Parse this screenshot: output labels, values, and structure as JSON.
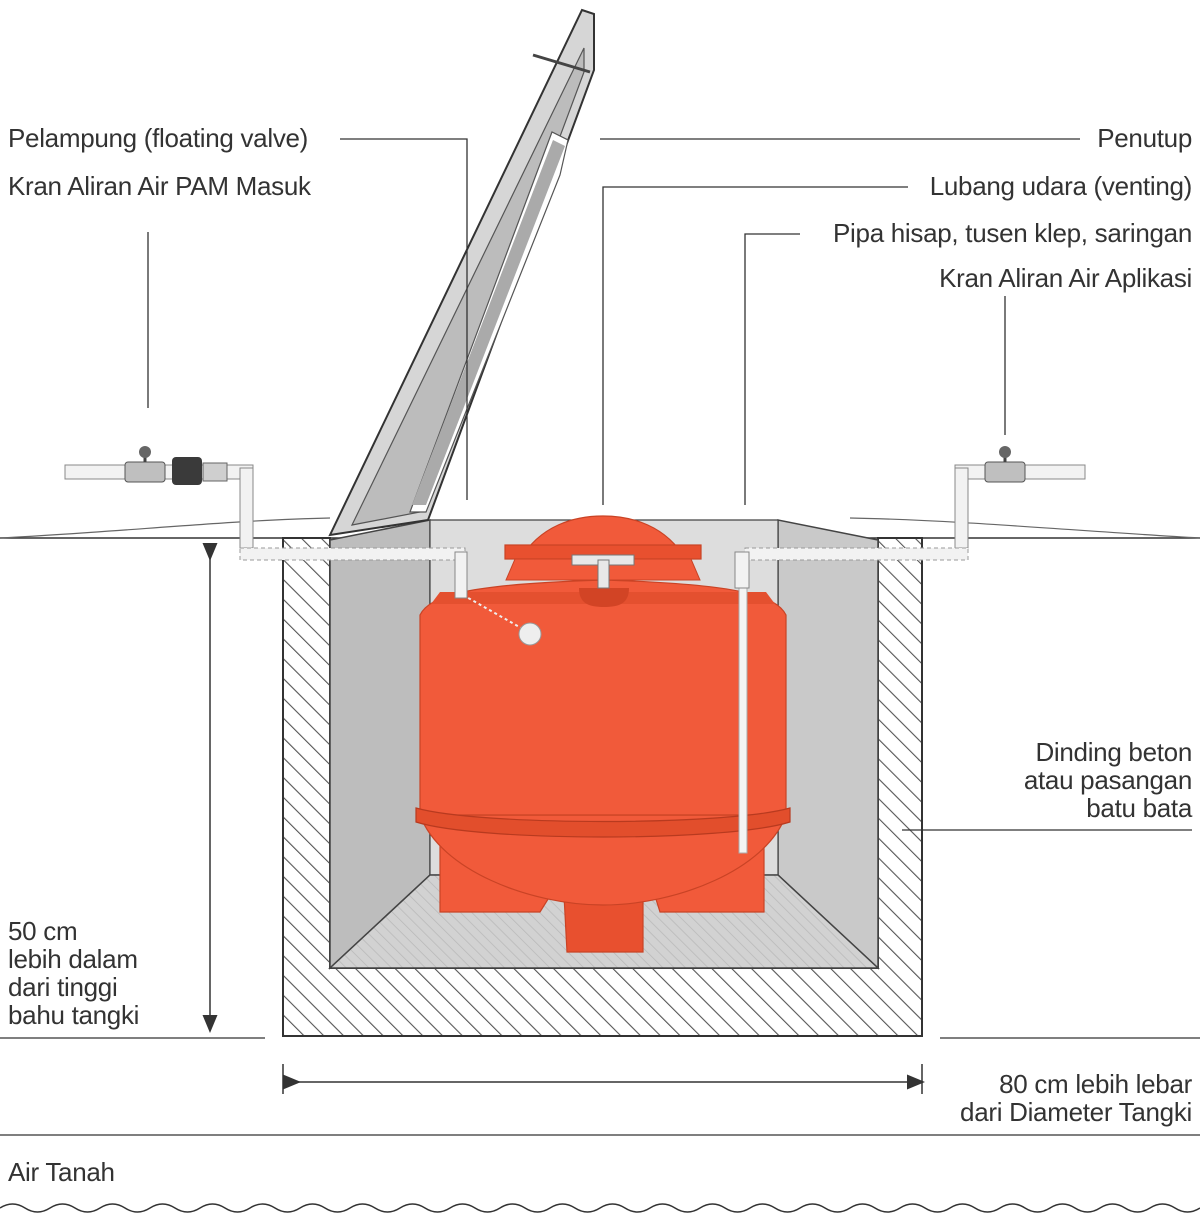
{
  "labels": {
    "floating_valve": "Pelampung (floating valve)",
    "inlet_tap": "Kran Aliran Air PAM Masuk",
    "lid": "Penutup",
    "vent_hole": "Lubang udara (venting)",
    "suction_pipe": "Pipa hisap, tusen klep, saringan",
    "outlet_tap": "Kran Aliran Air Aplikasi",
    "wall_line1": "Dinding beton",
    "wall_line2": "atau pasangan",
    "wall_line3": "batu bata",
    "depth_line1": "50 cm",
    "depth_line2": "lebih dalam",
    "depth_line3": "dari tinggi",
    "depth_line4": "bahu tangki",
    "width_line1": "80 cm lebih lebar",
    "width_line2": "dari Diameter Tangki",
    "groundwater": "Air Tanah"
  },
  "colors": {
    "tank": "#f15a3a",
    "tank_shadow": "#d9442a",
    "concrete": "#d4d4d4",
    "hatch": "#666666",
    "line": "#333333",
    "pipe": "#f2f2f2"
  }
}
